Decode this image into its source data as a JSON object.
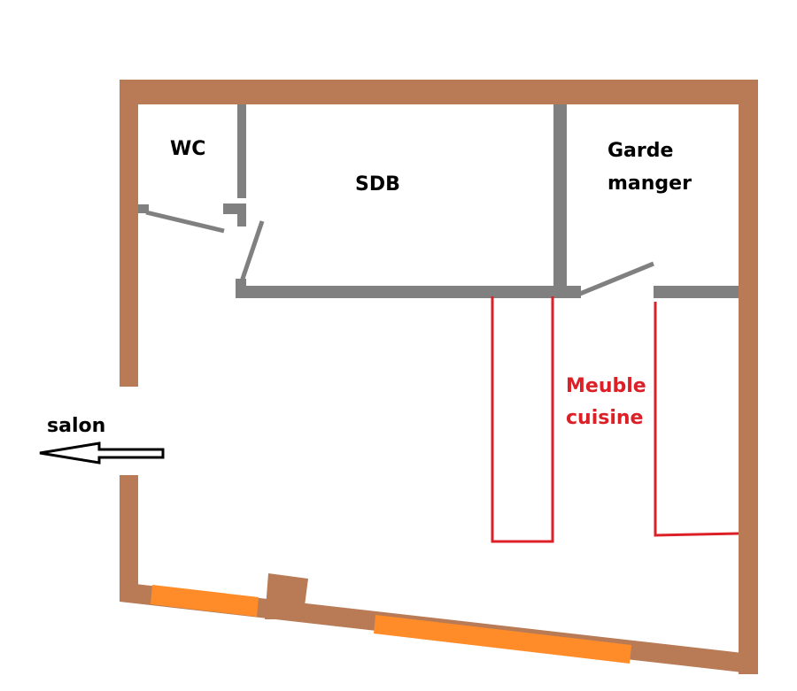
{
  "labels": {
    "wc": "WC",
    "sdb": "SDB",
    "garde_line1": "Garde",
    "garde_line2": "manger",
    "meuble_line1": "Meuble",
    "meuble_line2": "cuisine",
    "salon": "salon"
  },
  "colors": {
    "exterior_wall": "#b87b56",
    "interior_wall": "#808080",
    "window": "#ff8c28",
    "kitchen_furniture": "#dc2028",
    "label_text": "#000000",
    "kitchen_label": "#dc2028",
    "background": "#ffffff"
  }
}
